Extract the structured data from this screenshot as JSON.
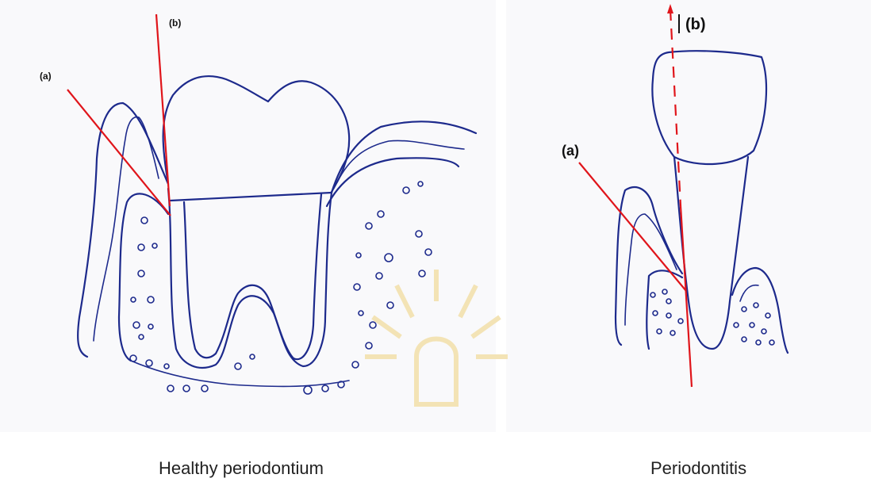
{
  "left_panel": {
    "label_a": "(a)",
    "label_b": "(b)",
    "caption": "Healthy periodontium"
  },
  "right_panel": {
    "label_a": "(a)",
    "label_b": "(b)",
    "caption": "Periodontitis"
  },
  "colors": {
    "ink": "#1d2a8c",
    "measurement_line": "#e0151b",
    "watermark": "#f3e3b5"
  }
}
